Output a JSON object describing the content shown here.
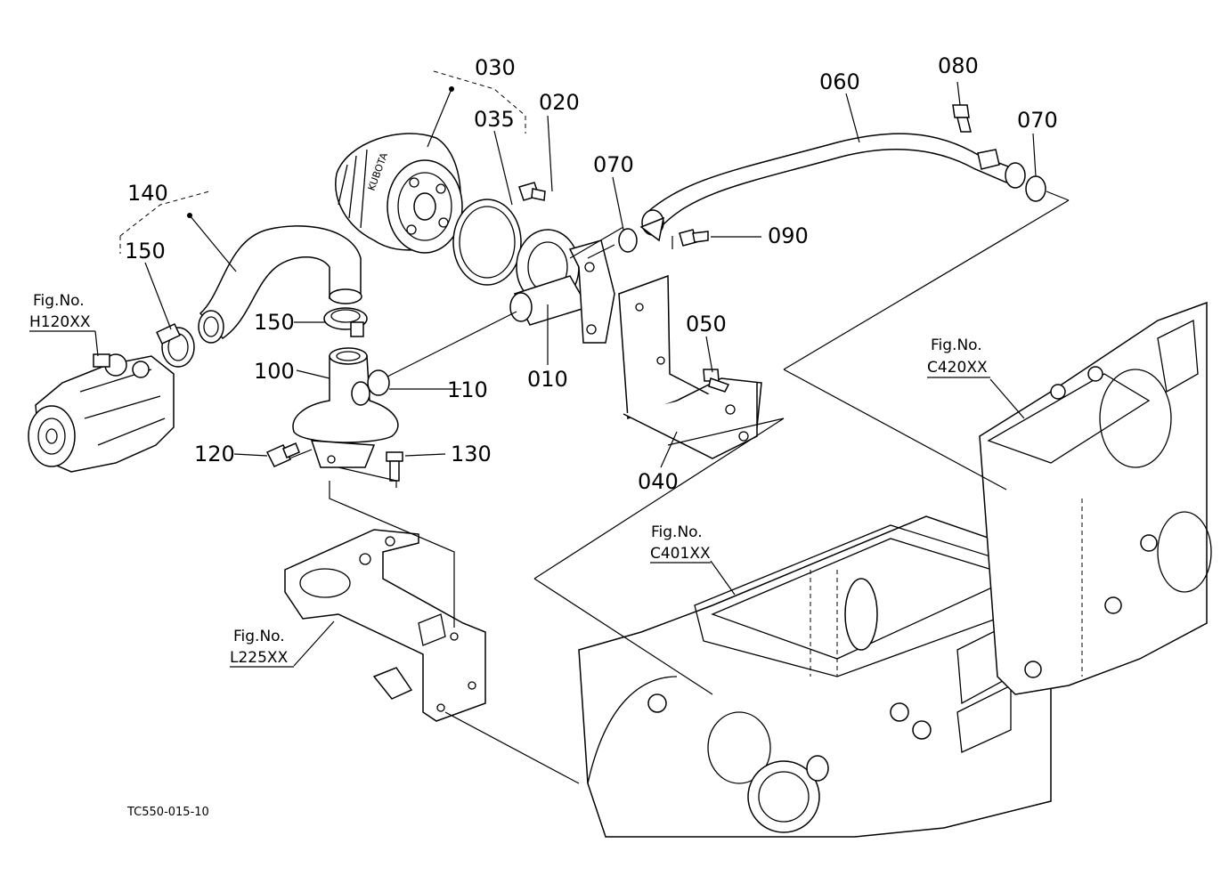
{
  "part_labels": {
    "p010": "010",
    "p020": "020",
    "p030": "030",
    "p035": "035",
    "p040": "040",
    "p050": "050",
    "p060": "060",
    "p070a": "070",
    "p070b": "070",
    "p080": "080",
    "p090": "090",
    "p100": "100",
    "p110": "110",
    "p120": "120",
    "p130": "130",
    "p140": "140",
    "p150a": "150",
    "p150b": "150"
  },
  "figure_refs": {
    "h120": {
      "title": "Fig.No.",
      "code": "H120XX"
    },
    "c420": {
      "title": "Fig.No.",
      "code": "C420XX"
    },
    "c401": {
      "title": "Fig.No.",
      "code": "C401XX"
    },
    "l225": {
      "title": "Fig.No.",
      "code": "L225XX"
    }
  },
  "drawing_code": "TC550-015-10",
  "filter_brand_mark": "KUBOTA"
}
